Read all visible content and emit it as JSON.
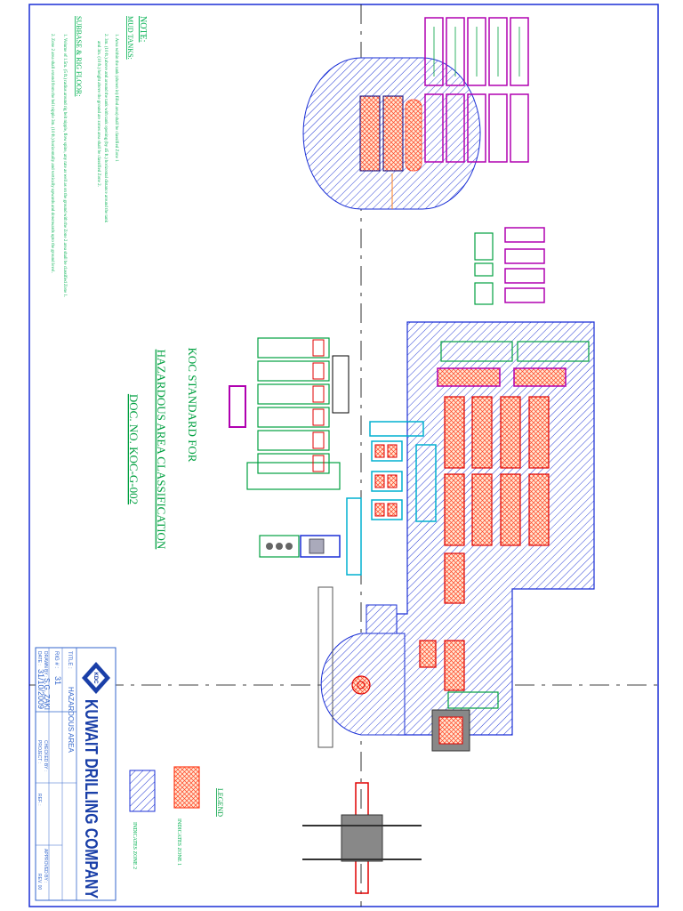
{
  "colors": {
    "frame": "#1a2fd6",
    "zone2_hatch": "#2b3fd6",
    "zone1_hatch": "#ff4040",
    "notes_text": "#00b050",
    "equipment_magenta": "#b000b0",
    "equipment_green": "#00a040",
    "equipment_cyan": "#00b0d0",
    "equipment_red": "#e00000",
    "titleblock_text": "#3366cc"
  },
  "notes": {
    "heading": "NOTE:",
    "group1_heading": "MUD TANKS:",
    "item1": "1. Area within the tank (shown in) filled area) shall be classified Zone 1",
    "item2": "2. 3m. (10 ft.) above and around the tank with tank opening (by 45 ft.) horizontal distance around the tank",
    "item2b": "and 3m. (10 ft.) height above the ground are zones area shall be classified Zone 2.",
    "group2_heading": "SUBBASE & RIG FLOOR:",
    "item3": "1. Volume of 1.5m. (5 ft.) radius around rig belt nipple, flow spine, any rate as well as on the ground with the Zone 2 area shall be classified Zone 1.",
    "item4": "2. Zone 2 area shall extend from the bell nipple 3m. (10 ft.) horizontally and vertically upwards and downwards upto the ground level."
  },
  "standard": {
    "line1": "KOC STANDARD FOR",
    "line2": "HAZARDOUS AREA CLASSIFICATION",
    "line3": "DOC. NO. KOC-G-002"
  },
  "legend": {
    "title": "LEGEND",
    "zone1": "INDICATES ZONE 1",
    "zone2": "INDICATES ZONE 2"
  },
  "title_block": {
    "company": "KUWAIT DRILLING COMPANY",
    "logo_text": "KDC",
    "title_label": "TITLE :",
    "title_value": "HAZARDOUS AREA",
    "rig_label": "RIG # :",
    "rig_value": "31",
    "drawn_label": "DRAWN BY :",
    "drawn_value": "S.G. ZAKI",
    "checked_label": "CHECKED BY :",
    "approved_label": "APPROVED BY :",
    "date_label": "DATE :",
    "date_value": "31/10/2009",
    "project_label": "PROJECT :",
    "ref_label": "REF. :",
    "rev_label": "REV. 00"
  }
}
